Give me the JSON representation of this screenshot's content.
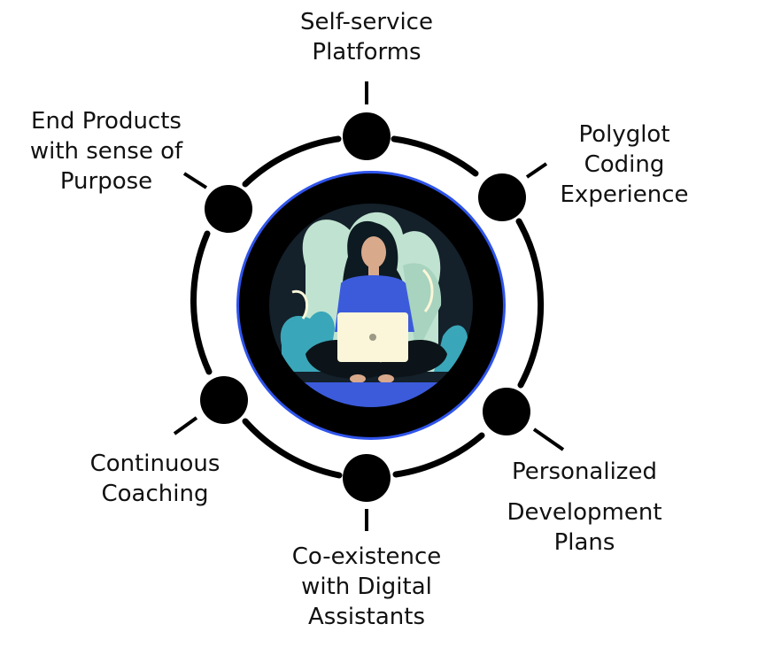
{
  "nodes": [
    {
      "id": "self-service",
      "lines": [
        "Self-service",
        "Platforms"
      ]
    },
    {
      "id": "polyglot",
      "lines": [
        "Polyglot",
        "Coding",
        "Experience"
      ]
    },
    {
      "id": "personalized",
      "lines": [
        "Personalized",
        "Development",
        "Plans"
      ]
    },
    {
      "id": "coexistence",
      "lines": [
        "Co-existence",
        "with Digital",
        "Assistants"
      ]
    },
    {
      "id": "coaching",
      "lines": [
        "Continuous",
        "Coaching"
      ]
    },
    {
      "id": "end-products",
      "lines": [
        "End Products",
        "with sense of",
        "Purpose"
      ]
    }
  ],
  "colors": {
    "ring": "#000000",
    "accent_ring": "#2f54eb",
    "illustration_bg": "#14202a",
    "leaf_light": "#bfe3d0",
    "leaf_teal": "#3aa6b9",
    "shirt": "#3b5bdb",
    "laptop": "#fbf6d9",
    "skin": "#d9a98c",
    "hair": "#0d1a22",
    "pants": "#0c1419"
  },
  "icons": [
    "woman-with-laptop-illustration"
  ]
}
